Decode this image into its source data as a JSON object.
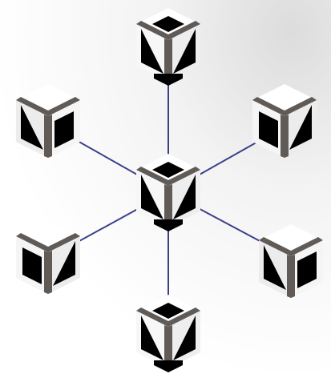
{
  "colors": {
    "background": "#ffffff",
    "background_shade": "#e8e8e8",
    "connector": "#3b3f88",
    "cube_face": "#ffffff",
    "cube_side": "#f0f0f0",
    "cube_edge_band": "#615b57",
    "outline": "#333333"
  },
  "diagram": {
    "hub": {
      "name": "central-cube",
      "icon": "hollow-cube-node"
    },
    "nodes": [
      {
        "name": "node-top",
        "icon": "hollow-cube-node"
      },
      {
        "name": "node-upper-left",
        "icon": "hollow-cube-node"
      },
      {
        "name": "node-upper-right",
        "icon": "hollow-cube-node"
      },
      {
        "name": "node-lower-left",
        "icon": "hollow-cube-node"
      },
      {
        "name": "node-lower-right",
        "icon": "hollow-cube-node"
      },
      {
        "name": "node-bottom",
        "icon": "hollow-cube-node"
      }
    ],
    "topology": "hub-and-spoke"
  }
}
